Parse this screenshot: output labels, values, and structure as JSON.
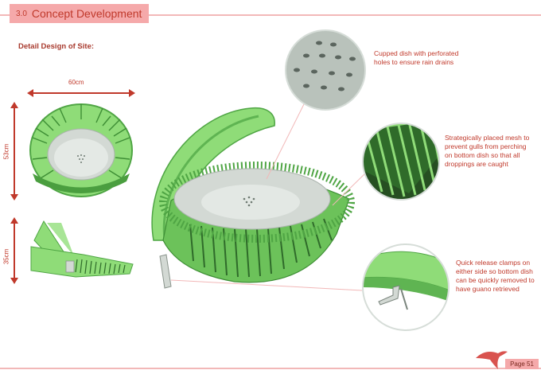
{
  "header": {
    "section_number": "3.0",
    "section_title": "Concept Development"
  },
  "subtitle": "Detail Design of Site:",
  "dimensions": {
    "width": "60cm",
    "height_top": "53cm",
    "height_side": "35cm"
  },
  "callouts": [
    {
      "text": "Cupped dish with perforated holes to ensure rain drains"
    },
    {
      "text": "Strategically placed mesh to prevent gulls from perching on bottom dish so that all droppings are caught"
    },
    {
      "text": "Quick release clamps on either side so bottom dish can be quickly removed to have guano retrieved"
    }
  ],
  "footer": {
    "page_label": "Page 51",
    "logo": "bird-logo-icon"
  },
  "colors": {
    "accent": "#c0392b",
    "title_bg": "#f5a9aa",
    "rule": "#f2b8b8",
    "green": "#7fd36a",
    "dark_green": "#2f6b2a",
    "grey": "#b9c2bb"
  }
}
